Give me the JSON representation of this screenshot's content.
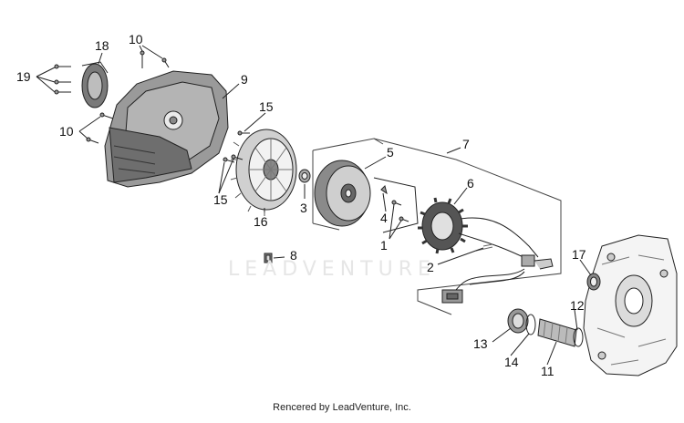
{
  "diagram": {
    "callouts": {
      "c19": "19",
      "c18": "18",
      "c10a": "10",
      "c10b": "10",
      "c9": "9",
      "c15a": "15",
      "c15b": "15",
      "c16": "16",
      "c3": "3",
      "c5": "5",
      "c7": "7",
      "c6": "6",
      "c4": "4",
      "c1": "1",
      "c2": "2",
      "c8": "8",
      "c17": "17",
      "c12": "12",
      "c13": "13",
      "c14": "14",
      "c11": "11"
    },
    "watermark": "LEADVENTURE",
    "credit": "Rencered by LeadVenture, Inc."
  }
}
